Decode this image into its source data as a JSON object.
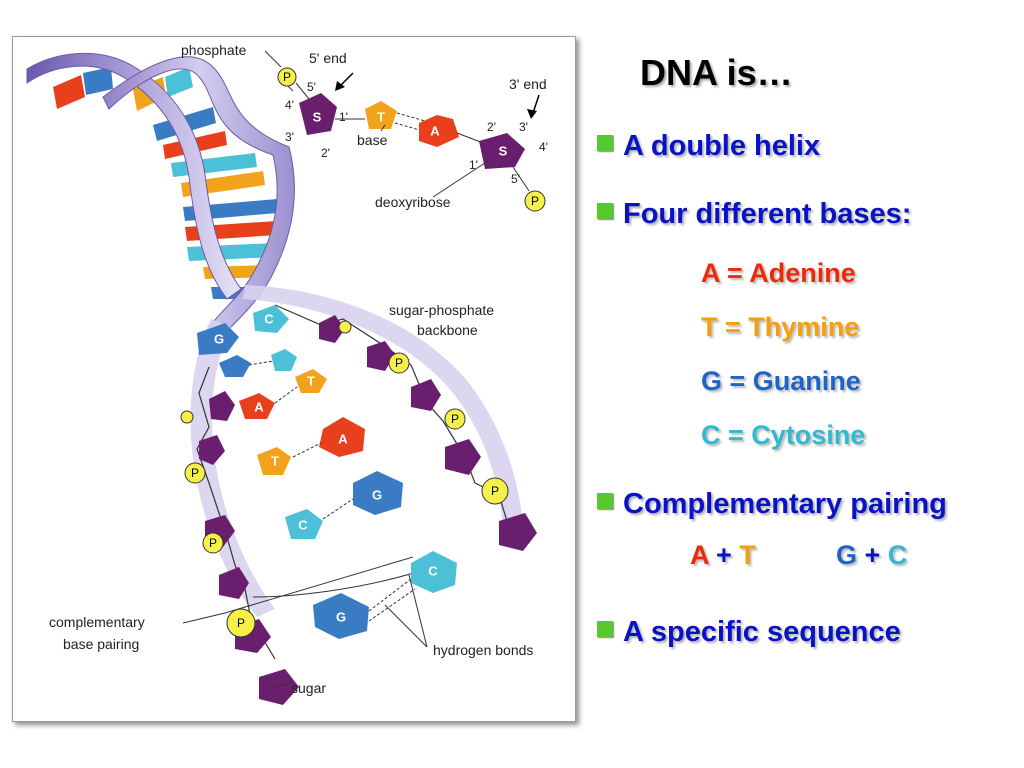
{
  "slide": {
    "title": "DNA is…",
    "bullets": [
      {
        "text": "A double helix"
      },
      {
        "text": "Four different bases:"
      },
      {
        "text": "Complementary pairing"
      },
      {
        "text": "A specific sequence"
      }
    ],
    "bases": [
      {
        "letter": "A",
        "sep": " = ",
        "name": "Adenine",
        "color": "#f0280a"
      },
      {
        "letter": "T",
        "sep": " = ",
        "name": "Thymine",
        "color": "#f5a00a"
      },
      {
        "letter": "G",
        "sep": " = ",
        "name": "Guanine",
        "color": "#1e64c8"
      },
      {
        "letter": "C",
        "sep": " = ",
        "name": "Cytosine",
        "color": "#32b9d2"
      }
    ],
    "pairs": [
      {
        "a": "A",
        "plus": " + ",
        "b": "T"
      },
      {
        "a": "G",
        "plus": " + ",
        "b": "C"
      }
    ],
    "colors": {
      "text": "#0a12c8",
      "bullet": "#56c92c"
    }
  },
  "figure": {
    "labels": {
      "phosphate": "phosphate",
      "five_end": "5' end",
      "three_end": "3' end",
      "base": "base",
      "deoxyribose": "deoxyribose",
      "backbone_1": "sugar-phosphate",
      "backbone_2": "backbone",
      "pairing_1": "complementary",
      "pairing_2": "base pairing",
      "hbonds": "hydrogen bonds",
      "sugar": "sugar"
    },
    "carbon_numbers": {
      "c5a": "5'",
      "c4a": "4'",
      "c3a": "3'",
      "c2a": "2'",
      "c1a": "1'",
      "c2b": "2'",
      "c3b": "3'",
      "c4b": "4'",
      "c1b": "1'",
      "c5b": "5'"
    },
    "symbols": {
      "P": "P",
      "S": "S",
      "A": "A",
      "T": "T",
      "G": "G",
      "C": "C"
    },
    "colors": {
      "A": "#e8401c",
      "T": "#f3a21c",
      "G": "#3a7cc4",
      "C": "#4cc0d6",
      "sugar": "#6a1f6e",
      "phosphate": "#f8f04a",
      "backbone": "#b4a8d8"
    }
  }
}
